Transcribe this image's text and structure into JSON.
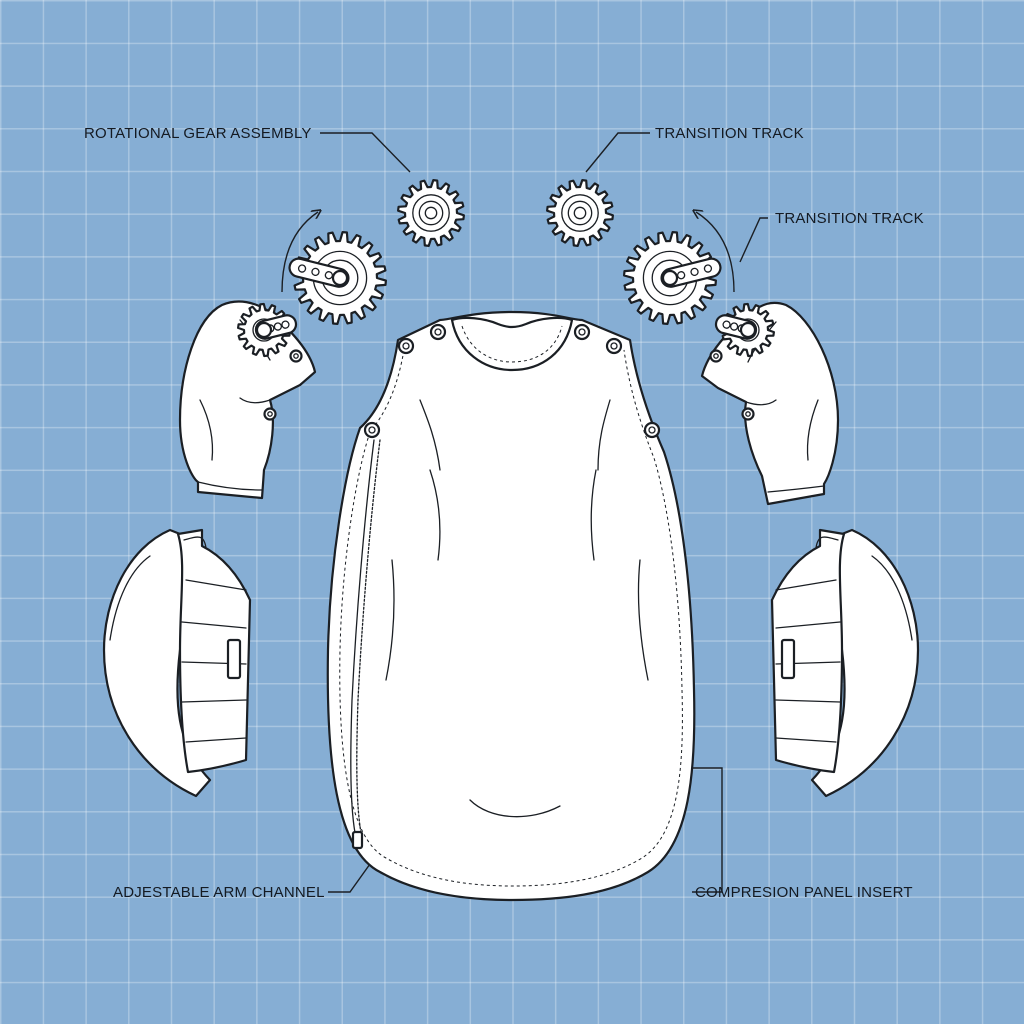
{
  "labels": {
    "top_left": "ROTATIONAL GEAR ASSEMBLY",
    "top_right": "TRANSITION TRACK",
    "right_upper": "TRANSITION TRACK",
    "bottom_left": "ADJESTABLE ARM CHANNEL",
    "bottom_right": "COMPRESION PANEL INSERT"
  },
  "colors": {
    "background": "#86aed4",
    "grid": "#a9c6e2",
    "line_art": "#1b1f24",
    "fill": "#ffffff"
  },
  "icons": [
    "gear-icon",
    "curved-arrow-icon",
    "snap-button-icon"
  ]
}
